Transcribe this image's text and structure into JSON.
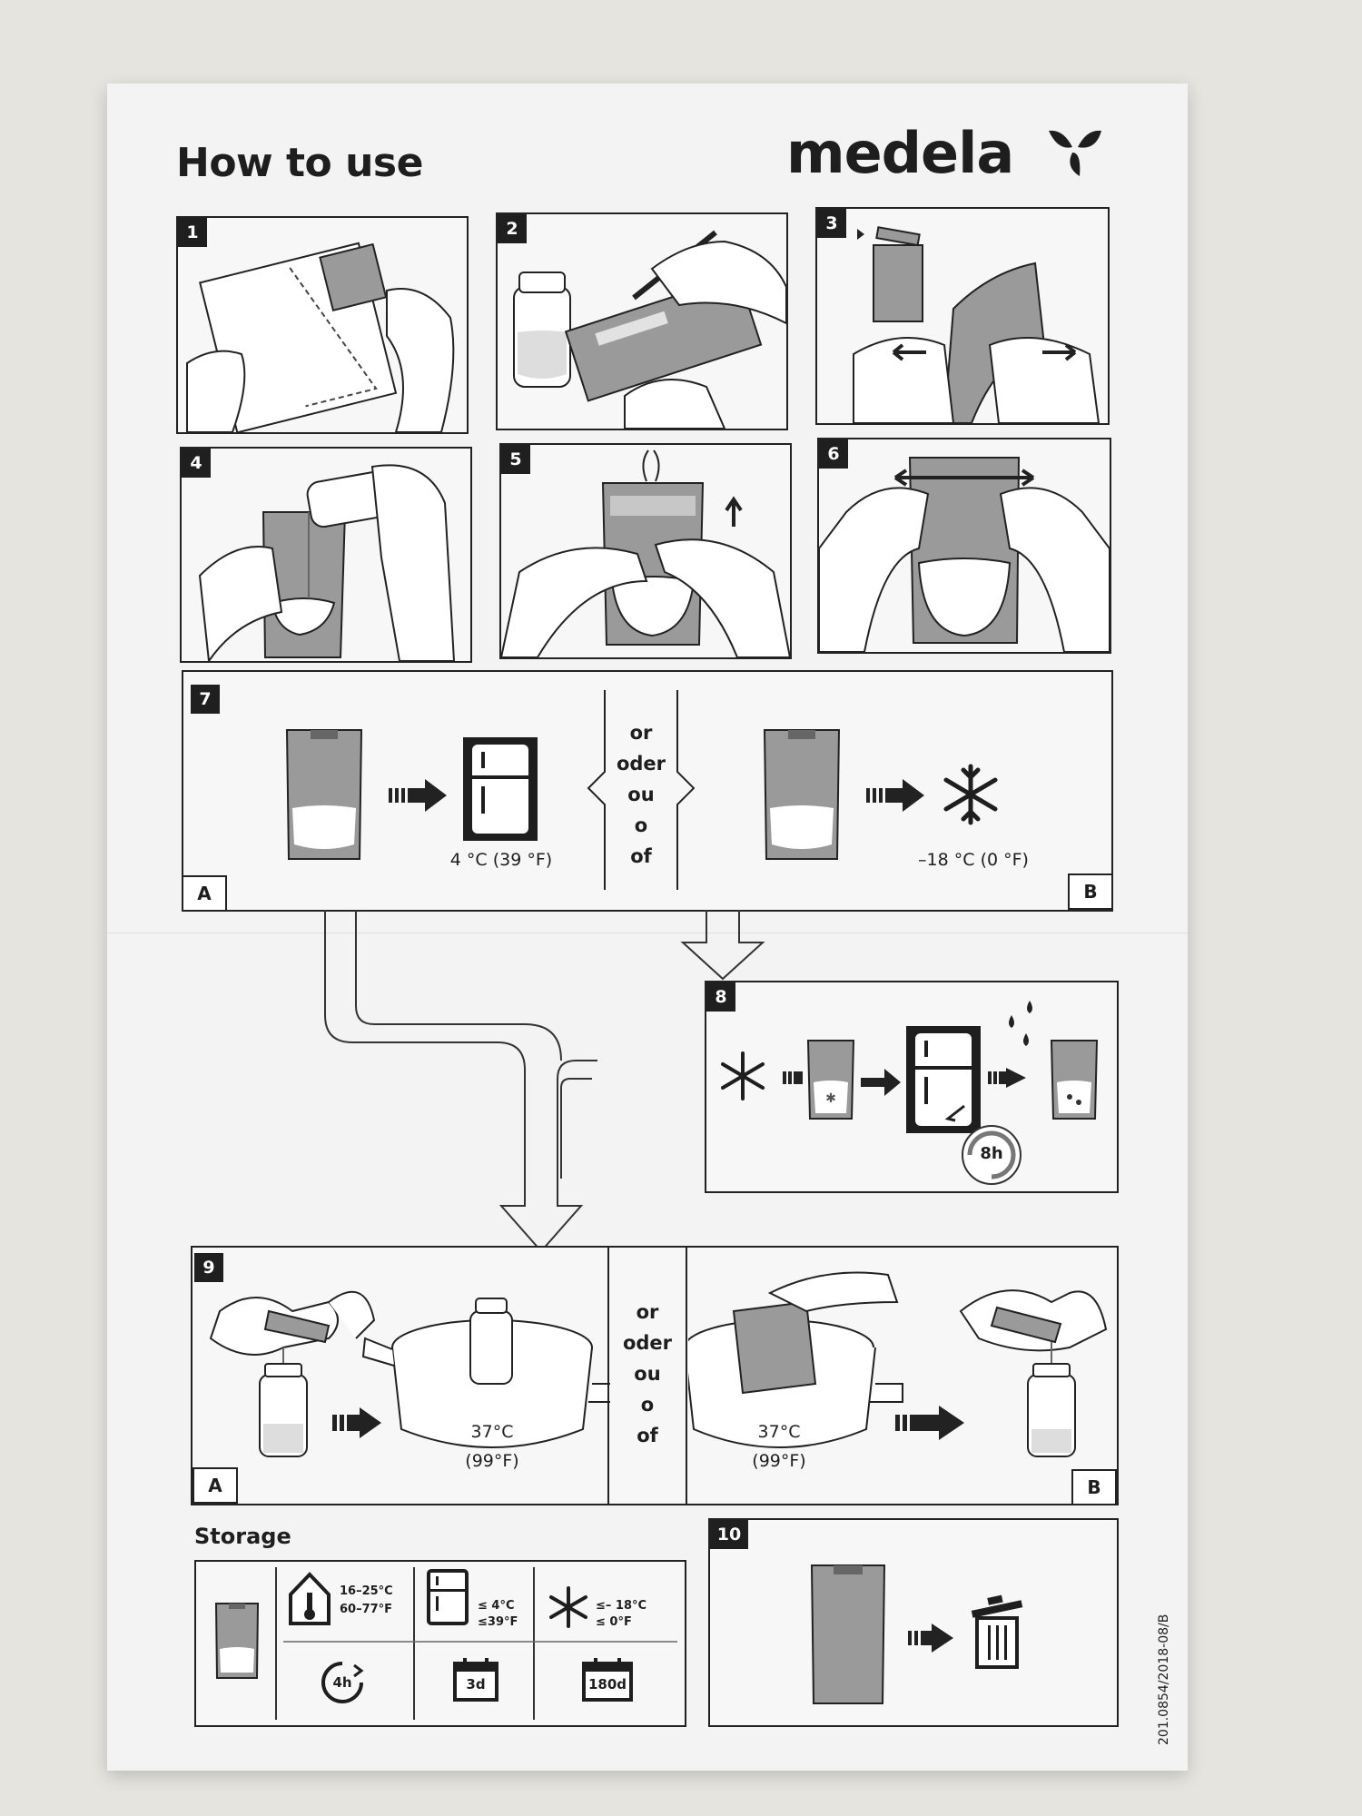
{
  "header": {
    "title": "How to use",
    "brand": "medela"
  },
  "steps": {
    "s1": "1",
    "s2": "2",
    "s3": "3",
    "s4": "4",
    "s5": "5",
    "s6": "6",
    "s7": "7",
    "s8": "8",
    "s9": "9",
    "s10": "10"
  },
  "step7": {
    "temp_fridge": "4 °C (39 °F)",
    "temp_freezer": "–18 °C (0 °F)",
    "label_a": "A",
    "label_b": "B",
    "or_words": [
      "or",
      "oder",
      "ou",
      "o",
      "of"
    ]
  },
  "step8": {
    "timer": "8h"
  },
  "step9": {
    "temp_a_c": "37°C",
    "temp_a_f": "(99°F)",
    "temp_b_c": "37°C",
    "temp_b_f": "(99°F)",
    "label_a": "A",
    "label_b": "B",
    "or_words": [
      "or",
      "oder",
      "ou",
      "o",
      "of"
    ]
  },
  "storage": {
    "title": "Storage",
    "room_c": "16–25°C",
    "room_f": "60–77°F",
    "fridge_c": "≤  4°C",
    "fridge_f": "≤39°F",
    "freezer_c": "≤– 18°C",
    "freezer_f": "≤     0°F",
    "room_time": "4h",
    "fridge_time": "3d",
    "freezer_time": "180d"
  },
  "doc_code": "201.0854/2018-08/B",
  "colors": {
    "ink": "#1e1e1e",
    "bag_gray": "#9a9a9a",
    "paper": "#f3f3f3",
    "background": "#e6e4df"
  }
}
